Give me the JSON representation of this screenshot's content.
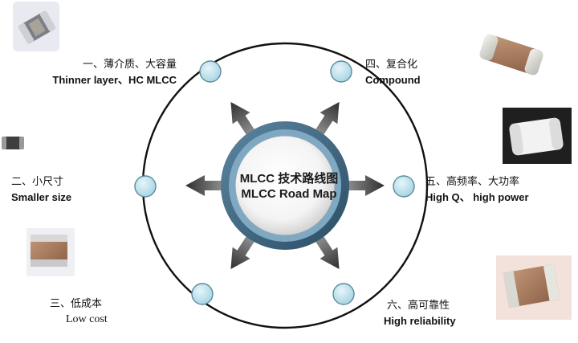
{
  "center": {
    "line1": "MLCC 技术路线图",
    "line2": "MLCC Road Map"
  },
  "nodes": [
    {
      "id": "one",
      "zh": "一、薄介质、大容量",
      "en": "Thinner layer、HC MLCC"
    },
    {
      "id": "two",
      "zh": "二、小尺寸",
      "en": "Smaller size"
    },
    {
      "id": "three",
      "zh": "三、低成本",
      "en": "Low cost"
    },
    {
      "id": "four",
      "zh": "四、复合化",
      "en": "Compound"
    },
    {
      "id": "five",
      "zh": "五、高频率、大功率",
      "en": "High Q、 high power"
    },
    {
      "id": "six",
      "zh": "六、高可靠性",
      "en": "High reliability"
    }
  ],
  "colors": {
    "ring": "#111111",
    "node_fill": "#bfe2ee",
    "node_stroke": "#5b8a9a",
    "center_ring": "#4b6f8a",
    "arrow": "#3a3a3a"
  },
  "icons": [
    "mlcc-chip-photo-top-left",
    "mlcc-chip-photo-small-left",
    "mlcc-chip-photo-bottom-left",
    "mlcc-chip-photo-top-right",
    "mlcc-chip-photo-white-right",
    "mlcc-chip-photo-bottom-right"
  ]
}
